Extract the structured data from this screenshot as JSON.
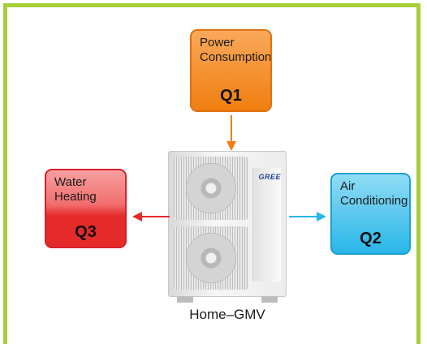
{
  "boxes": {
    "q1": {
      "label": "Power Consumption",
      "line1": "Power",
      "line2": "Consumption",
      "code": "Q1",
      "color": "#f07f10"
    },
    "q3": {
      "label": "Water Heating",
      "line1": "Water",
      "line2": "Heating",
      "code": "Q3",
      "color": "#e52a2a"
    },
    "q2": {
      "label": "Air Conditioning",
      "line1": "Air",
      "line2": "Conditioning",
      "code": "Q2",
      "color": "#29b6e8"
    }
  },
  "unit": {
    "brand": "GREE",
    "caption": "Home–GMV"
  },
  "colors": {
    "frame": "#a6ce39",
    "arrow_in": "#f07f10",
    "arrow_left": "#e52a2a",
    "arrow_right": "#29b6e8"
  }
}
